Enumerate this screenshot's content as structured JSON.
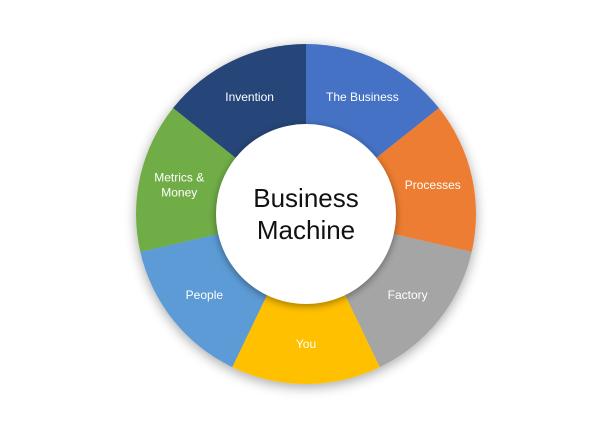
{
  "diagram": {
    "center": {
      "lines": [
        "Business",
        "Machine"
      ]
    },
    "segments": [
      {
        "lines": [
          "The Business"
        ],
        "color": "#4472C4"
      },
      {
        "lines": [
          "Processes"
        ],
        "color": "#ED7D31"
      },
      {
        "lines": [
          "Factory"
        ],
        "color": "#A5A5A5"
      },
      {
        "lines": [
          "You"
        ],
        "color": "#FFC000"
      },
      {
        "lines": [
          "People"
        ],
        "color": "#5B9BD5"
      },
      {
        "lines": [
          "Metrics &",
          "Money"
        ],
        "color": "#70AD47"
      },
      {
        "lines": [
          "Invention"
        ],
        "color": "#264478"
      }
    ]
  }
}
